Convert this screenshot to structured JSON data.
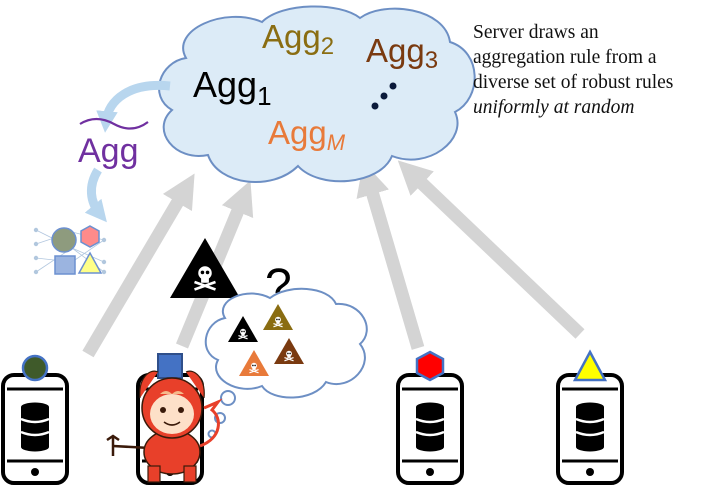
{
  "caption": {
    "line1": "Server draws an",
    "line2": "aggregation rule from a",
    "line3": "diverse set of robust rules",
    "line4": "uniformly at random"
  },
  "rules": [
    {
      "base": "Agg",
      "sub": "1",
      "color": "#111111"
    },
    {
      "base": "Agg",
      "sub": "2",
      "color": "#8a6d12"
    },
    {
      "base": "Agg",
      "sub": "3",
      "color": "#7a3a10"
    },
    {
      "base": "Agg",
      "sub": "M",
      "color": "#e87a3a"
    }
  ],
  "selected_rule": {
    "text": "Agg",
    "color": "#7030a0"
  },
  "attacker_question": "?",
  "colors": {
    "cloud_fill": "#dcebf7",
    "cloud_stroke": "#6d8fc4",
    "arrow": "#d4d4d4",
    "curved_arrow": "#b8d6ee",
    "client_green": "#3f5a2a",
    "client_blue": "#4472c4",
    "client_red": "#ff0000",
    "client_yellow": "#ffff00",
    "devil_red": "#e8402a"
  },
  "icons": {
    "clients": [
      "smartphone-database-icon",
      "smartphone-database-icon",
      "smartphone-database-icon",
      "smartphone-database-icon"
    ],
    "attack": "poison-warning-icon",
    "model": "neural-network-icon"
  }
}
